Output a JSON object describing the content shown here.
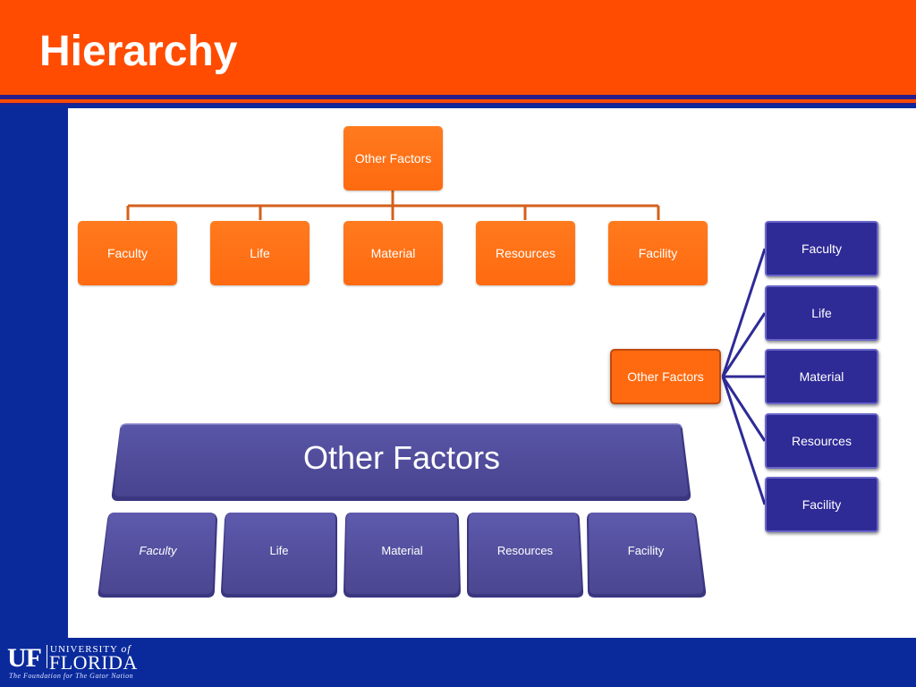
{
  "slide": {
    "title": "Hierarchy"
  },
  "org_chart": {
    "root": "Other Factors",
    "children": [
      "Faculty",
      "Life",
      "Material",
      "Resources",
      "Facility"
    ]
  },
  "radial_chart": {
    "center": "Other Factors",
    "items": [
      "Faculty",
      "Life",
      "Material",
      "Resources",
      "Facility"
    ]
  },
  "stack_chart": {
    "top": "Other Factors",
    "items": [
      "Faculty",
      "Life",
      "Material",
      "Resources",
      "Facility"
    ]
  },
  "footer": {
    "logo_uf": "UF",
    "logo_university": "UNIVERSITY",
    "logo_of": "of",
    "logo_florida": "FLORIDA",
    "logo_tagline": "The Foundation for The Gator Nation"
  },
  "colors": {
    "orange": "#ff4c00",
    "navy": "#0a2a9c",
    "box_orange": "#ff6a10",
    "box_blue": "#2e2a96"
  }
}
